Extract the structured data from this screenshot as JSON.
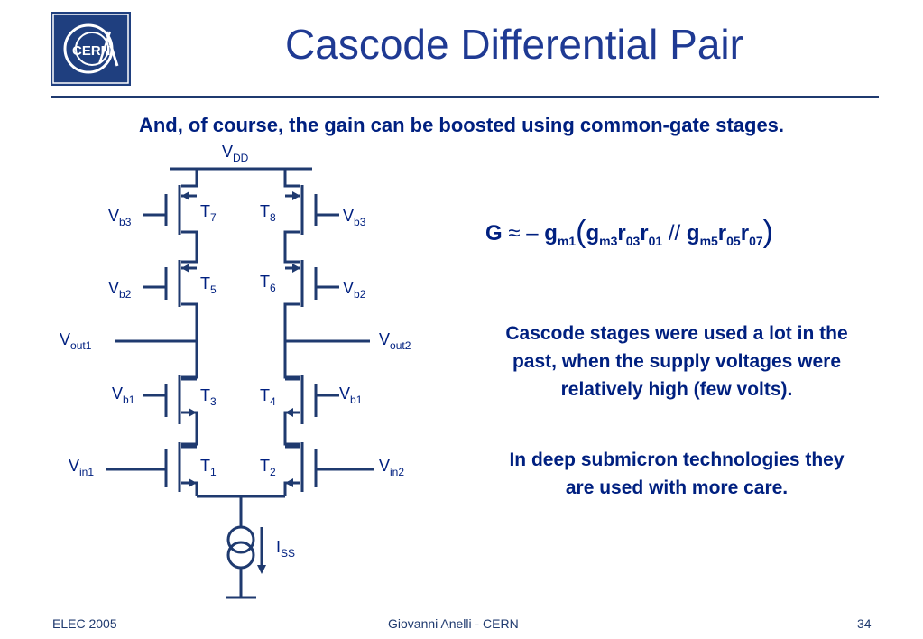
{
  "slide": {
    "title": "Cascode Differential Pair",
    "subtitle": "And, of course, the gain can be boosted using common-gate stages."
  },
  "logo": {
    "text": "CERN"
  },
  "circuit": {
    "vdd": {
      "main": "V",
      "sub": "DD"
    },
    "iss": {
      "main": "I",
      "sub": "SS"
    },
    "transistors": [
      {
        "main": "T",
        "sub": "7"
      },
      {
        "main": "T",
        "sub": "8"
      },
      {
        "main": "T",
        "sub": "5"
      },
      {
        "main": "T",
        "sub": "6"
      },
      {
        "main": "T",
        "sub": "3"
      },
      {
        "main": "T",
        "sub": "4"
      },
      {
        "main": "T",
        "sub": "1"
      },
      {
        "main": "T",
        "sub": "2"
      }
    ],
    "bias_labels": [
      {
        "main": "V",
        "sub": "b3"
      },
      {
        "main": "V",
        "sub": "b3"
      },
      {
        "main": "V",
        "sub": "b2"
      },
      {
        "main": "V",
        "sub": "b2"
      },
      {
        "main": "V",
        "sub": "b1"
      },
      {
        "main": "V",
        "sub": "b1"
      }
    ],
    "outputs": [
      {
        "main": "V",
        "sub": "out1"
      },
      {
        "main": "V",
        "sub": "out2"
      }
    ],
    "inputs": [
      {
        "main": "V",
        "sub": "in1"
      },
      {
        "main": "V",
        "sub": "in2"
      }
    ]
  },
  "formula": {
    "lhs": "G",
    "approx": "≈",
    "minus": "–",
    "g": "g",
    "r": "r",
    "sub_m1": "m1",
    "sub_m3": "m3",
    "sub_03": "03",
    "sub_01": "01",
    "sub_m5": "m5",
    "sub_05": "05",
    "sub_07": "07",
    "open": "(",
    "close": ")",
    "parallel": "//"
  },
  "notes": {
    "p1": "Cascode stages were used a lot in the past, when the supply voltages were relatively high (few volts).",
    "p2": "In deep submicron technologies they are used with more care."
  },
  "footer": {
    "left": "ELEC 2005",
    "center": "Giovanni Anelli - CERN",
    "right": "34"
  }
}
